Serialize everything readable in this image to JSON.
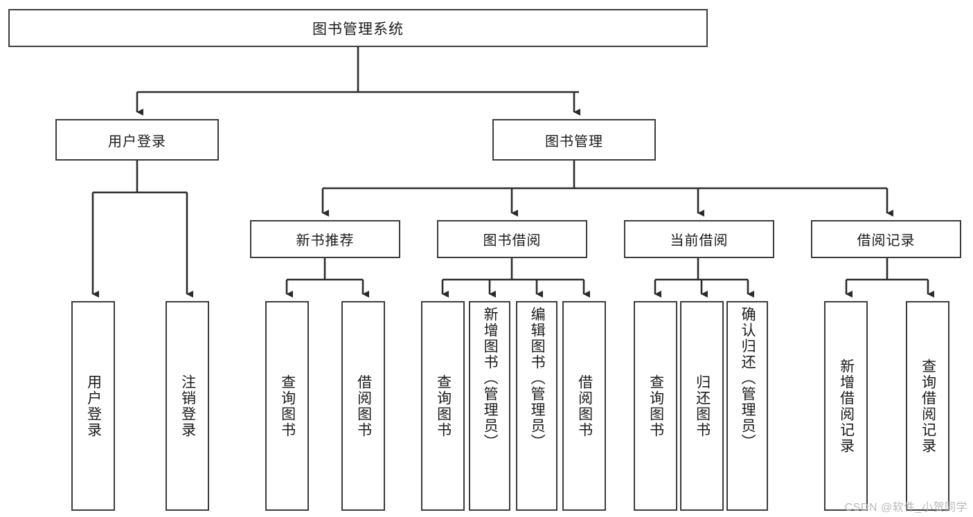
{
  "diagram": {
    "type": "tree",
    "title": "图书管理系统",
    "orientation": "top-down",
    "colors": {
      "background": "#ffffff",
      "box_border": "#3b3b3b",
      "box_fill": "#ffffff",
      "text": "#1a1a1a",
      "connector": "#2b2b2b",
      "watermark": "#b9b9b9"
    },
    "levels": {
      "root": {
        "label": "图书管理系统"
      },
      "level2": [
        {
          "label": "用户登录"
        },
        {
          "label": "图书管理"
        }
      ],
      "level3": [
        {
          "label": "新书推荐"
        },
        {
          "label": "图书借阅"
        },
        {
          "label": "当前借阅"
        },
        {
          "label": "借阅记录"
        }
      ],
      "level4": [
        {
          "label": "用户登录",
          "parent": "用户登录"
        },
        {
          "label": "注销登录",
          "parent": "用户登录"
        },
        {
          "label": "查询图书",
          "parent": "新书推荐"
        },
        {
          "label": "借阅图书",
          "parent": "新书推荐"
        },
        {
          "label": "查询图书",
          "parent": "图书借阅"
        },
        {
          "label": "新增图书（管理员）",
          "parent": "图书借阅"
        },
        {
          "label": "编辑图书（管理员）",
          "parent": "图书借阅"
        },
        {
          "label": "借阅图书",
          "parent": "图书借阅"
        },
        {
          "label": "查询图书",
          "parent": "当前借阅"
        },
        {
          "label": "归还图书",
          "parent": "当前借阅"
        },
        {
          "label": "确认归还（管理员）",
          "parent": "当前借阅"
        },
        {
          "label": "新增借阅记录",
          "parent": "借阅记录"
        },
        {
          "label": "查询借阅记录",
          "parent": "借阅记录"
        }
      ]
    }
  },
  "watermark": {
    "text": "CSDN @软件_小贺同学"
  }
}
